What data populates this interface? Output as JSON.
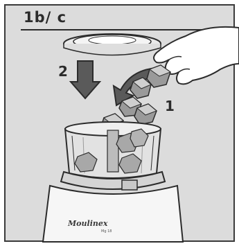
{
  "instruction": {
    "step_title": "1b/ c",
    "step_labels": {
      "first": "1",
      "second": "2"
    }
  },
  "appliance": {
    "brand": "Moulinex",
    "small_mark": "Mg 18"
  },
  "colors": {
    "background": "#dcdcdc",
    "outline": "#2b2b2b",
    "panel_border": "#3a3a3a"
  }
}
